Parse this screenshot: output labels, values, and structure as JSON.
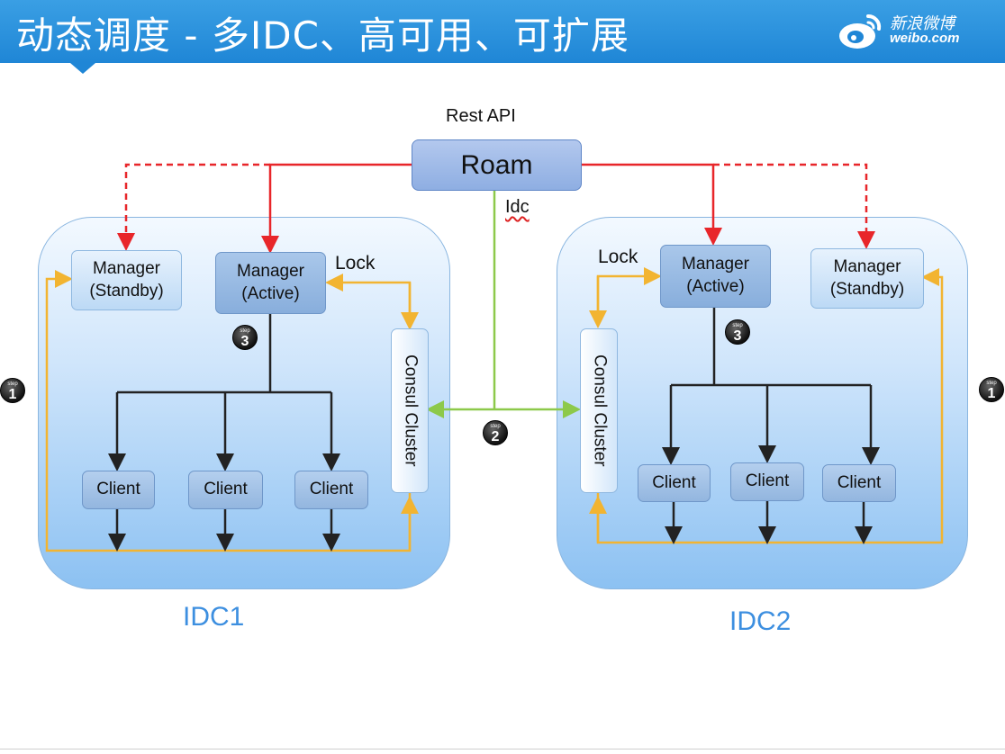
{
  "header": {
    "title": "动态调度 - 多IDC、高可用、可扩展",
    "logo_text": "新浪微博",
    "logo_sub": "weibo.com",
    "logo_icon": "weibo-logo-icon"
  },
  "diagram": {
    "rest_api": "Rest API",
    "roam": "Roam",
    "idc_link_label": "Idc",
    "idc1": {
      "label": "IDC1",
      "manager_standby": "Manager\n(Standby)",
      "manager_active": "Manager\n(Active)",
      "lock": "Lock",
      "consul": "Consul Cluster",
      "clients": [
        "Client",
        "Client",
        "Client"
      ]
    },
    "idc2": {
      "label": "IDC2",
      "manager_standby": "Manager\n(Standby)",
      "manager_active": "Manager\n(Active)",
      "lock": "Lock",
      "consul": "Consul Cluster",
      "clients": [
        "Client",
        "Client",
        "Client"
      ]
    },
    "step_badges": {
      "step_word": "step",
      "left_1": "1",
      "right_1": "1",
      "center_2": "2",
      "idc1_3": "3",
      "idc2_3": "3"
    },
    "colors": {
      "roam_link": "#e8262a",
      "idc_link": "#8dc94a",
      "lock_link": "#f2b431",
      "tree": "#222222",
      "idc_label": "#3d8fe0"
    }
  }
}
